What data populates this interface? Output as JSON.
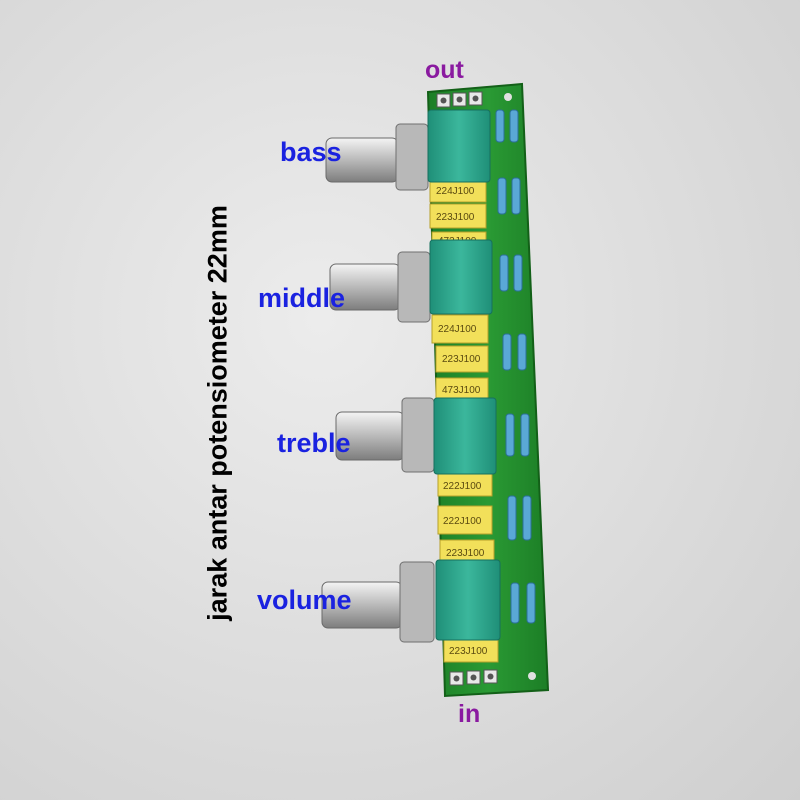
{
  "labels": {
    "out": "out",
    "in": "in",
    "bass": "bass",
    "middle": "middle",
    "treble": "treble",
    "volume": "volume",
    "caption": "jarak antar potensiometer 22mm"
  },
  "capacitors": [
    "224J100",
    "223J100",
    "473J100",
    "224J100",
    "223J100",
    "473J100",
    "222J100",
    "222J100",
    "223J100",
    "223J100"
  ],
  "colors": {
    "io_labels": "#8a1aa0",
    "knob_labels": "#1a22e0",
    "caption": "#000000",
    "pcb": "#1f8a2a",
    "pot_body": "#2aa38a",
    "capacitor": "#f2e05a"
  }
}
